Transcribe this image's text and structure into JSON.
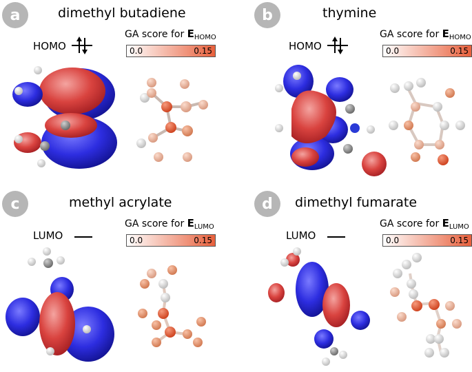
{
  "panels": [
    {
      "letter": "a",
      "title": "dimethyl butadiene",
      "orbital": "HOMO",
      "ga_prefix": "GA score for ",
      "ga_E": "E",
      "ga_sub": "HOMO",
      "scale_min": "0.0",
      "scale_max": "0.15"
    },
    {
      "letter": "b",
      "title": "thymine",
      "orbital": "HOMO",
      "ga_prefix": "GA score for ",
      "ga_E": "E",
      "ga_sub": "HOMO",
      "scale_min": "0.0",
      "scale_max": "0.15"
    },
    {
      "letter": "c",
      "title": "methyl acrylate",
      "orbital": "LUMO",
      "ga_prefix": "GA score for ",
      "ga_E": "E",
      "ga_sub": "LUMO",
      "scale_min": "0.0",
      "scale_max": "0.15"
    },
    {
      "letter": "d",
      "title": "dimethyl fumarate",
      "orbital": "LUMO",
      "ga_prefix": "GA score for ",
      "ga_E": "E",
      "ga_sub": "LUMO",
      "scale_min": "0.0",
      "scale_max": "0.15"
    }
  ],
  "colors": {
    "badge": "#b6b6b6",
    "positive_lobe": "#d9433f",
    "negative_lobe": "#2d2de0",
    "score_high": "#e8603c",
    "score_low": "#ffffff"
  }
}
